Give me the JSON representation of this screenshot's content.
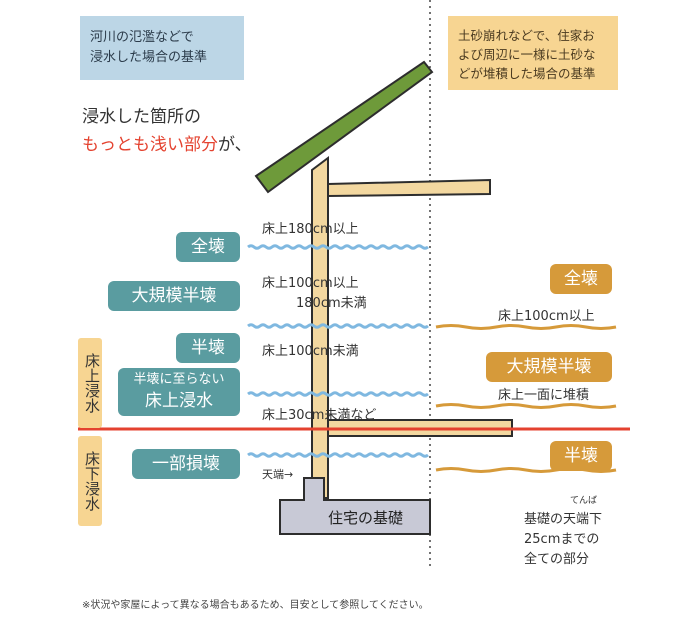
{
  "header": {
    "left_box": "河川の氾濫などで\n浸水した場合の基準",
    "right_box": "土砂崩れなどで、住家お\nよび周辺に一様に土砂な\nどが堆積した場合の基準"
  },
  "intro": {
    "line1": "浸水した箇所の",
    "line2_red": "もっとも浅い部分",
    "line2_tail": "が、"
  },
  "flood_side": {
    "categories": [
      {
        "label": "全壊"
      },
      {
        "label": "大規模半壊"
      },
      {
        "label": "半壊"
      },
      {
        "label_line1": "半壊に至らない",
        "label_line2": "床上浸水"
      },
      {
        "label": "一部損壊"
      }
    ],
    "thresholds": [
      "床上180cm以上",
      "床上100cm以上",
      "180cm未満",
      "床上100cm未満",
      "床上30cm未満など"
    ],
    "tendan_label": "天端→",
    "foundation_label": "住宅の基礎",
    "tag_above": "床上浸水",
    "tag_below": "床下浸水"
  },
  "landslide_side": {
    "categories": [
      {
        "label": "全壊",
        "desc": "床上100cm以上"
      },
      {
        "label": "大規模半壊",
        "desc": "床上一面に堆積"
      },
      {
        "label": "半壊",
        "ruby": "てんば",
        "desc1": "基礎の天端下",
        "desc2": "25cmまでの",
        "desc3": "全ての部分"
      }
    ]
  },
  "footnote": "※状況や家屋によって異なる場合もあるため、目安として参照してください。",
  "colors": {
    "teal": "#5a9ca0",
    "gold": "#d69a3a",
    "water_wave": "#7fb8e0",
    "ground_wave": "#d69a3a",
    "red_line": "#e4422f",
    "house_green": "#6e9a3a",
    "wood": "#f3d8a0",
    "foundation": "#c8c9d6"
  }
}
